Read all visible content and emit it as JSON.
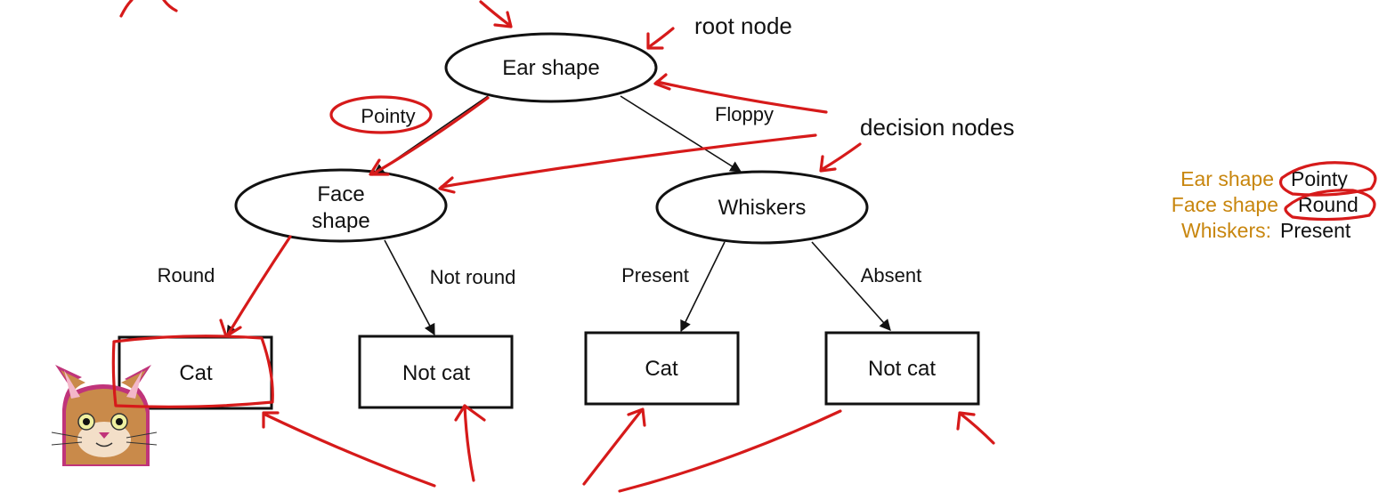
{
  "tree": {
    "root": {
      "label": "Ear shape"
    },
    "left": {
      "label_line1": "Face",
      "label_line2": "shape"
    },
    "right": {
      "label": "Whiskers"
    },
    "leaves": [
      {
        "label": "Cat"
      },
      {
        "label": "Not cat"
      },
      {
        "label": "Cat"
      },
      {
        "label": "Not cat"
      }
    ],
    "edges": {
      "pointy": "Pointy",
      "floppy": "Floppy",
      "round": "Round",
      "not_round": "Not round",
      "present": "Present",
      "absent": "Absent"
    }
  },
  "annotations": {
    "root_node": "root node",
    "decision_nodes": "decision nodes"
  },
  "example": {
    "rows": [
      {
        "key": "Ear shape",
        "value": "Pointy"
      },
      {
        "key": "Face shape",
        "value": "Round"
      },
      {
        "key": "Whiskers:",
        "value": "Present"
      }
    ]
  },
  "colors": {
    "ink": "#d61a1a",
    "feature_key": "#c8860e",
    "cat_fur": "#c98a4a",
    "cat_border": "#c0347a"
  },
  "icons": {
    "cat": "cat-face-icon"
  }
}
